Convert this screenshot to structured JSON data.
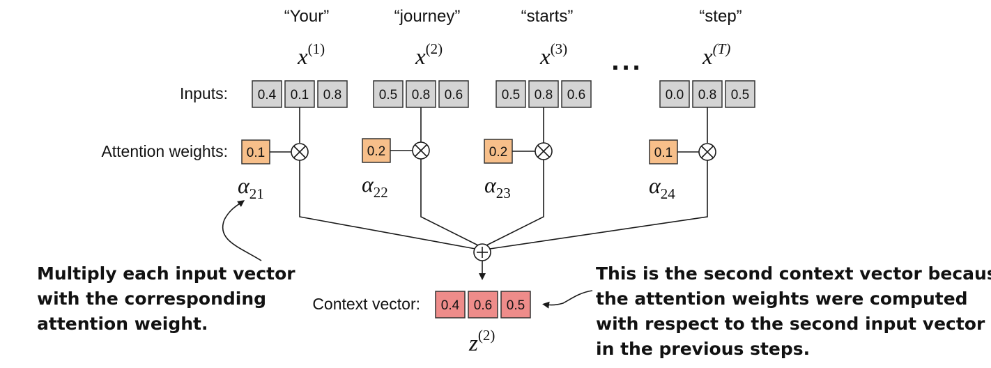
{
  "tokens": [
    {
      "word": "“Your”",
      "x_base": "x",
      "x_sup": "(1)",
      "inputs": [
        "0.4",
        "0.1",
        "0.8"
      ],
      "weight": "0.1",
      "alpha_base": "α",
      "alpha_sub": "21"
    },
    {
      "word": "“journey”",
      "x_base": "x",
      "x_sup": "(2)",
      "inputs": [
        "0.5",
        "0.8",
        "0.6"
      ],
      "weight": "0.2",
      "alpha_base": "α",
      "alpha_sub": "22"
    },
    {
      "word": "“starts”",
      "x_base": "x",
      "x_sup": "(3)",
      "inputs": [
        "0.5",
        "0.8",
        "0.6"
      ],
      "weight": "0.2",
      "alpha_base": "α",
      "alpha_sub": "23"
    },
    {
      "word": "“step”",
      "x_base": "x",
      "x_sup": "(T)",
      "inputs": [
        "0.0",
        "0.8",
        "0.5"
      ],
      "weight": "0.1",
      "alpha_base": "α",
      "alpha_sub": "24"
    }
  ],
  "ellipsis": "...",
  "labels": {
    "inputs": "Inputs:",
    "attention_weights": "Attention weights:",
    "context_vector": "Context vector:"
  },
  "context": {
    "values": [
      "0.4",
      "0.6",
      "0.5"
    ],
    "z_base": "z",
    "z_sup": "(2)"
  },
  "notes": {
    "left": [
      "Multiply each input vector",
      "with the corresponding",
      "attention weight."
    ],
    "right": [
      "This is the second context vector because",
      "the attention weights were computed",
      "with respect to the second input vector",
      "in the previous steps."
    ]
  },
  "colors": {
    "input_fill": "#d4d4d4",
    "weight_fill": "#f7bf8a",
    "context_fill": "#ee8c8a"
  }
}
